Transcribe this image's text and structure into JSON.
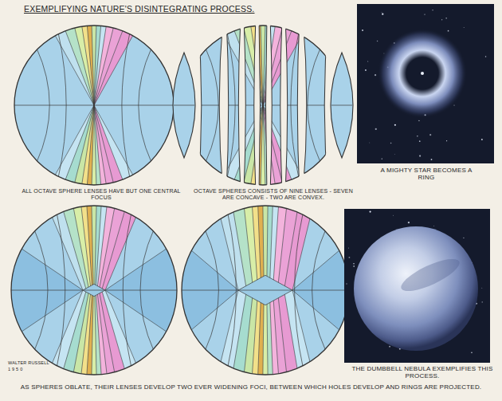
{
  "diagram": {
    "title": "EXEMPLIFYING NATURE'S DISINTEGRATING PROCESS.",
    "caption": "AS SPHERES OBLATE, THEIR LENSES DEVELOP TWO EVER WIDENING FOCI, BETWEEN WHICH HOLES DEVELOP AND RINGS ARE PROJECTED.",
    "labels": [
      "ALL OCTAVE SPHERE LENSES HAVE BUT ONE CENTRAL FOCUS",
      "OCTAVE SPHERES CONSISTS OF NINE LENSES - SEVEN ARE CONCAVE - TWO ARE CONVEX.",
      "A MIGHTY STAR BECOMES A RING",
      "THE DUMBBELL NEBULA EXEMPLIFIES THIS PROCESS.",
      "WALTER RUSSELL",
      "1950"
    ]
  }
}
